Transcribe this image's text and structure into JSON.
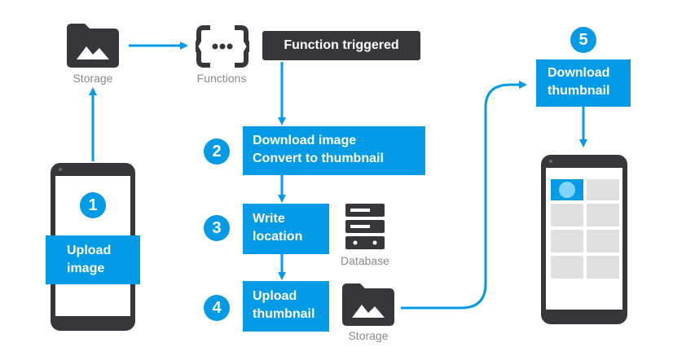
{
  "colors": {
    "accent": "#039be5",
    "dark": "#37373b",
    "caption": "#8a8a8a"
  },
  "top": {
    "storage_label": "Storage",
    "functions_label": "Functions",
    "trigger_label": "Function triggered"
  },
  "step1": {
    "number": "1",
    "line1": "Upload",
    "line2": "image"
  },
  "step2": {
    "number": "2",
    "line1": "Download image",
    "line2": "Convert to thumbnail"
  },
  "step3": {
    "number": "3",
    "line1": "Write",
    "line2": "location",
    "database_label": "Database"
  },
  "step4": {
    "number": "4",
    "line1": "Upload",
    "line2": "thumbnail",
    "storage_label": "Storage"
  },
  "step5": {
    "number": "5",
    "line1": "Download",
    "line2": "thumbnail"
  },
  "functions_icon_text": "{···}"
}
